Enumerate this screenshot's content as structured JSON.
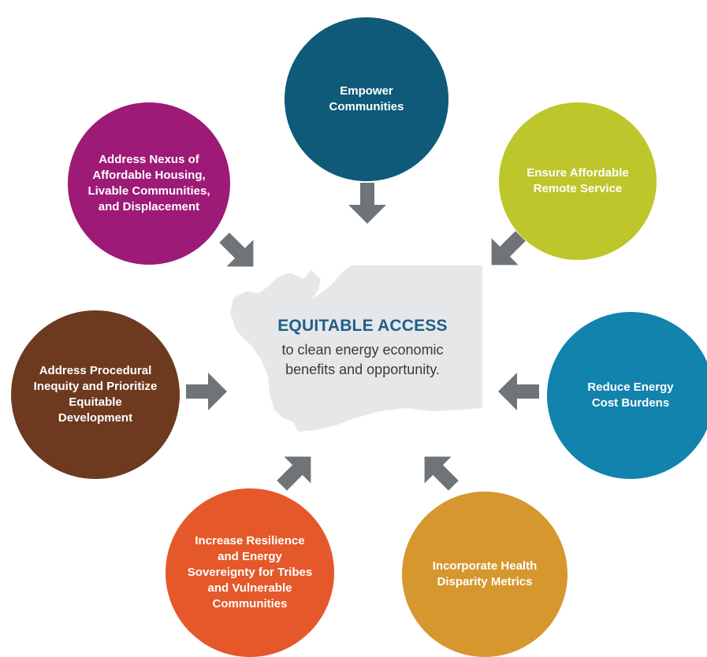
{
  "center": {
    "title": "EQUITABLE ACCESS",
    "subtitle_line1": "to clean energy economic",
    "subtitle_line2": "benefits and opportunity."
  },
  "nodes": [
    {
      "id": "empower",
      "lines": [
        "Empower",
        "Communities"
      ],
      "color": "#0e5a78"
    },
    {
      "id": "remote",
      "lines": [
        "Ensure Affordable",
        "Remote Service"
      ],
      "color": "#bdc62a"
    },
    {
      "id": "energy-cost",
      "lines": [
        "Reduce Energy",
        "Cost Burdens"
      ],
      "color": "#1183ad"
    },
    {
      "id": "health",
      "lines": [
        "Incorporate Health",
        "Disparity Metrics"
      ],
      "color": "#d6972e"
    },
    {
      "id": "resilience",
      "lines": [
        "Increase Resilience",
        "and Energy",
        "Sovereignty for Tribes",
        "and Vulnerable",
        "Communities"
      ],
      "color": "#e4582a"
    },
    {
      "id": "procedural",
      "lines": [
        "Address Procedural",
        "Inequity and Prioritize",
        "Equitable",
        "Development"
      ],
      "color": "#6d3a1f"
    },
    {
      "id": "housing",
      "lines": [
        "Address Nexus of",
        "Affordable Housing,",
        "Livable Communities,",
        "and Displacement"
      ],
      "color": "#9d1a77"
    }
  ],
  "arrow_color": "#6f7478",
  "map_color": "#e6e7e8"
}
